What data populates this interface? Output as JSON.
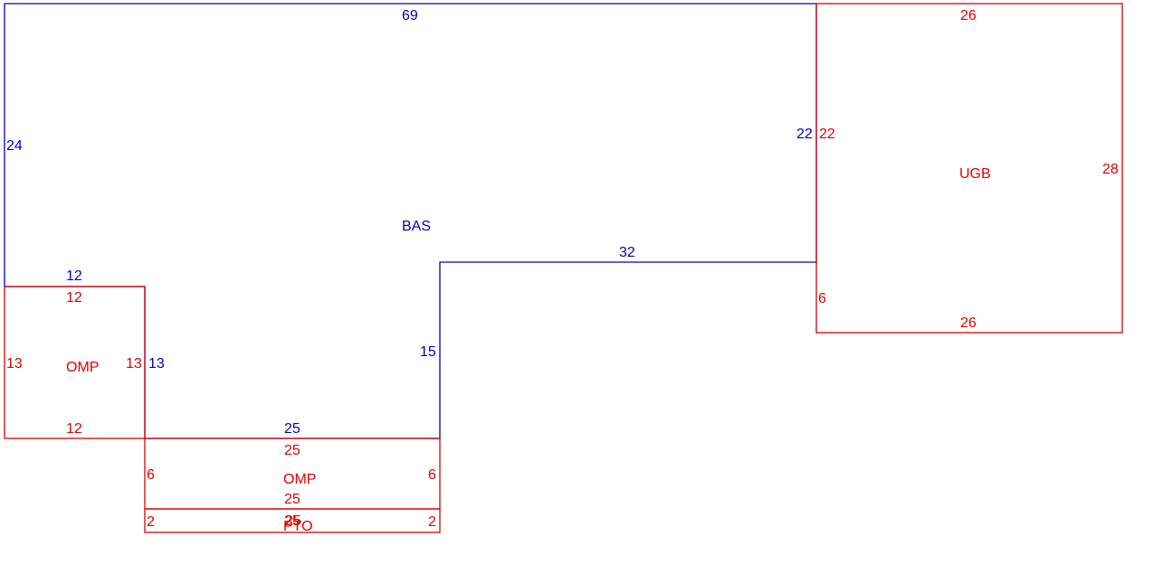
{
  "colors": {
    "main": "#0000c0",
    "addition": "#dd0000",
    "background": "#ffffff"
  },
  "areas": {
    "bas": {
      "label": "BAS",
      "top": "69",
      "left": "24",
      "right": "22",
      "step_top": "32",
      "step_side": "15",
      "bottom": "25",
      "left_step_side": "13",
      "left_step_top": "12"
    },
    "omp_left": {
      "label": "OMP",
      "top": "12",
      "left": "13",
      "right": "13",
      "bottom": "12"
    },
    "omp_bottom": {
      "label": "OMP",
      "top": "25",
      "left": "6",
      "right": "6",
      "bottom": "25"
    },
    "pto": {
      "label": "PTO",
      "top": "25",
      "left": "2",
      "right": "2",
      "bottom": "25"
    },
    "ugb": {
      "label": "UGB",
      "top": "26",
      "left": "22",
      "right": "28",
      "bottom": "26",
      "lower_left": "6"
    }
  }
}
